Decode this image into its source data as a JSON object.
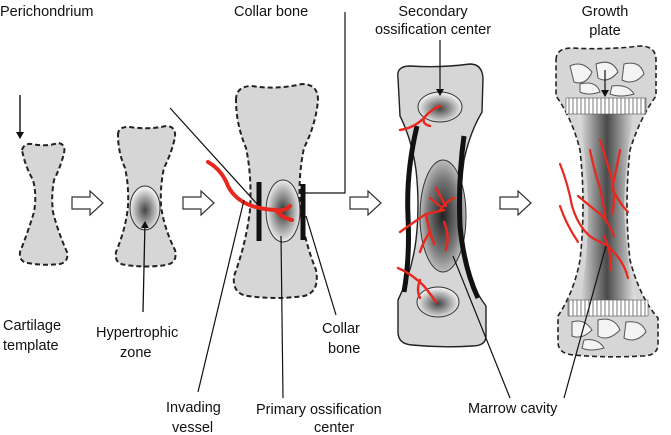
{
  "labels": {
    "perichondrium": "Perichondrium",
    "collar_bone_top": "Collar bone",
    "secondary_line1": "Secondary",
    "secondary_line2": "ossification center",
    "growth_line1": "Growth",
    "growth_line2": "plate",
    "cartilage_line1": "Cartilage",
    "cartilage_line2": "template",
    "hypertrophic_line1": "Hypertrophic",
    "hypertrophic_line2": "zone",
    "collar_bone_line1": "Collar",
    "collar_bone_line2": "bone",
    "invading_line1": "Invading",
    "invading_line2": "vessel",
    "primary_line1": "Primary  ossification",
    "primary_line2": "center",
    "marrow_cavity": "Marrow cavity"
  },
  "colors": {
    "cartilage": "#d6d6d6",
    "outline": "#222222",
    "vessel": "#e8281e",
    "collar": "#111111",
    "arrow_fill": "#ffffff"
  }
}
